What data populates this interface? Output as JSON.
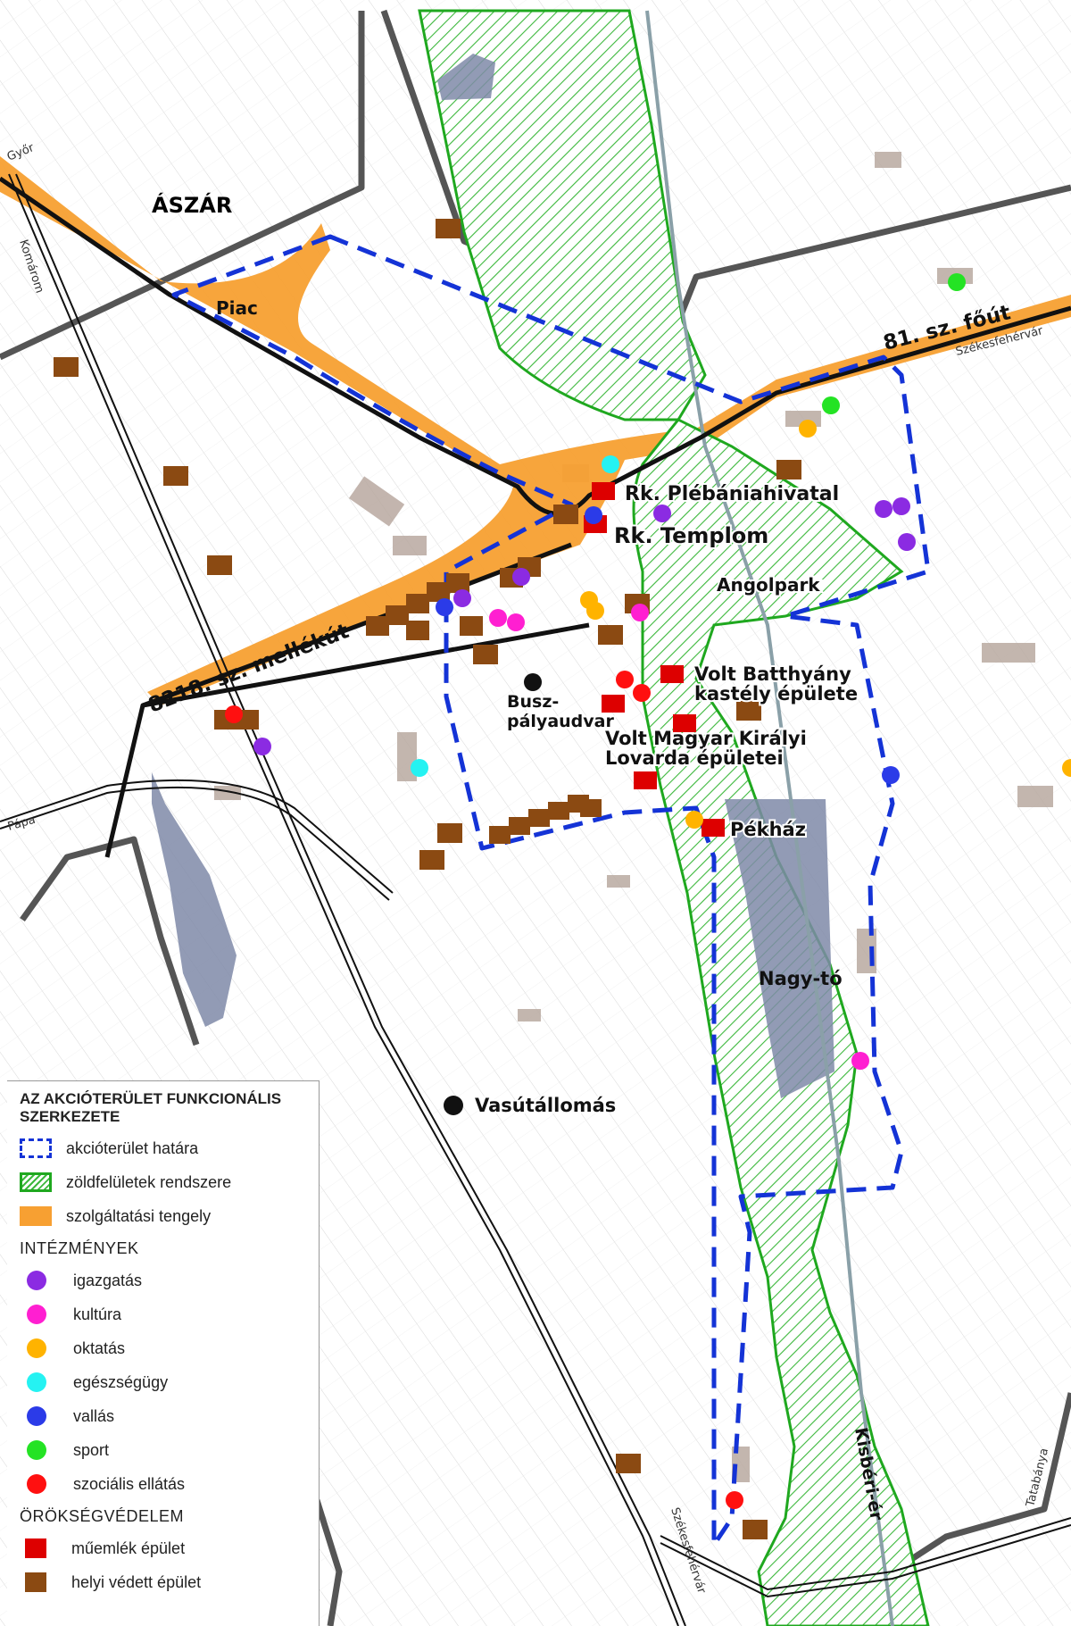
{
  "colors": {
    "boundary": "#1433d6",
    "green": "#1fa81f",
    "service_axis": "#f7a032",
    "igazgatas": "#8b2be2",
    "kultura": "#ff1fd1",
    "oktatas": "#ffb300",
    "egeszsegugy": "#25f2f2",
    "vallas": "#2b3be8",
    "sport": "#24e324",
    "szocialis": "#ff1010",
    "muemlek": "#dd0000",
    "helyi_vedett": "#8b4a12",
    "water": "#7f8aa8",
    "building": "#b9a9a0"
  },
  "places": {
    "town": "ÁSZÁR",
    "piac": "Piac",
    "plebania": "Rk. Plébániahivatal",
    "templom": "Rk. Templom",
    "angolpark": "Angolpark",
    "batthyany_1": "Volt Batthyány",
    "batthyany_2": "kastély épülete",
    "busz_1": "Busz-",
    "busz_2": "pályaudvar",
    "magyar_1": "Volt Magyar Királyi",
    "magyar_2": "Lovarda épületei",
    "pekhaz": "Pékház",
    "nagyto": "Nagy-tó",
    "vasutallomas": "Vasútállomás",
    "kisberi_er": "Kisbéri-ér"
  },
  "roads": {
    "gyor": "Győr",
    "komarom": "Komárom",
    "fout": "81. sz. főút",
    "szekesfehervar_ne": "Székesfehérvár",
    "mellekut": "8218. sz. mellékút",
    "papa": "Pápa",
    "szekesfehervar_s": "Székesfehérvár",
    "tatabanya": "Tatabánya"
  },
  "legend": {
    "title_1": "AZ AKCIÓTERÜLET FUNKCIONÁLIS",
    "title_2": "SZERKEZETE",
    "boundary": "akcióterület határa",
    "green": "zöldfelületek rendszere",
    "axis": "szolgáltatási tengely",
    "institutions": "INTÉZMÉNYEK",
    "igazgatas": "igazgatás",
    "kultura": "kultúra",
    "oktatas": "oktatás",
    "egeszsegugy": "egészségügy",
    "vallas": "vallás",
    "sport": "sport",
    "szocialis": "szociális ellátás",
    "heritage": "ÖRÖKSÉGVÉDELEM",
    "muemlek": "műemlék épület",
    "helyi": "helyi védett épület"
  }
}
